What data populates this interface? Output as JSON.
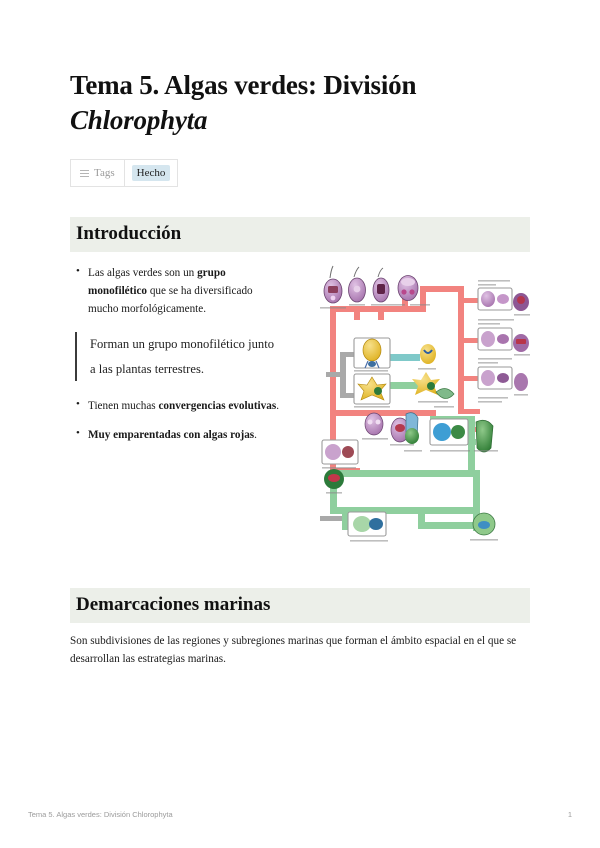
{
  "document": {
    "title_line1": "Tema 5. Algas verdes: División",
    "title_line2": "Chlorophyta"
  },
  "properties": {
    "tags_icon": "list-icon",
    "tags_label": "Tags",
    "tag_value": "Hecho",
    "tag_color": "#d5e6ef"
  },
  "sections": [
    {
      "heading": "Introducción",
      "heading_bg": "#ecefe9",
      "bullets": [
        {
          "parts": [
            {
              "text": "Las algas verdes son un ",
              "bold": false
            },
            {
              "text": "grupo monofilético",
              "bold": true
            },
            {
              "text": " que se ha diversificado mucho morfológicamente.",
              "bold": false
            }
          ]
        },
        {
          "parts": [
            {
              "text": "Tienen muchas ",
              "bold": false
            },
            {
              "text": "convergencias evolutivas",
              "bold": true
            },
            {
              "text": ".",
              "bold": false
            }
          ]
        },
        {
          "parts": [
            {
              "text": "Muy emparentadas con algas rojas",
              "bold": true
            },
            {
              "text": ".",
              "bold": false
            }
          ]
        }
      ],
      "quote": "Forman un grupo monofilético junto a las plantas terrestres."
    },
    {
      "heading": "Demarcaciones marinas",
      "heading_bg": "#ecefe9",
      "paragraph": "Son subdivisiones de las regiones y subregiones marinas que forman el ámbito espacial en el que se desarrollan las estrategias marinas."
    }
  ],
  "figure": {
    "name": "phylogenetic-tree-green-algae-diagram",
    "red_branch_color": "#f2837f",
    "green_branch_color": "#8fcf9e",
    "gray_branch_color": "#a9a9a9",
    "teal_connector_color": "#7fc9c9",
    "purple_cell_color": "#b07ab5",
    "gold_cell_color": "#e8c23b",
    "green_cell_color": "#4a9a4a",
    "box_border_color": "#9a9a9a"
  },
  "footer": {
    "left": "Tema 5. Algas verdes: División Chlorophyta",
    "page_number": "1"
  }
}
